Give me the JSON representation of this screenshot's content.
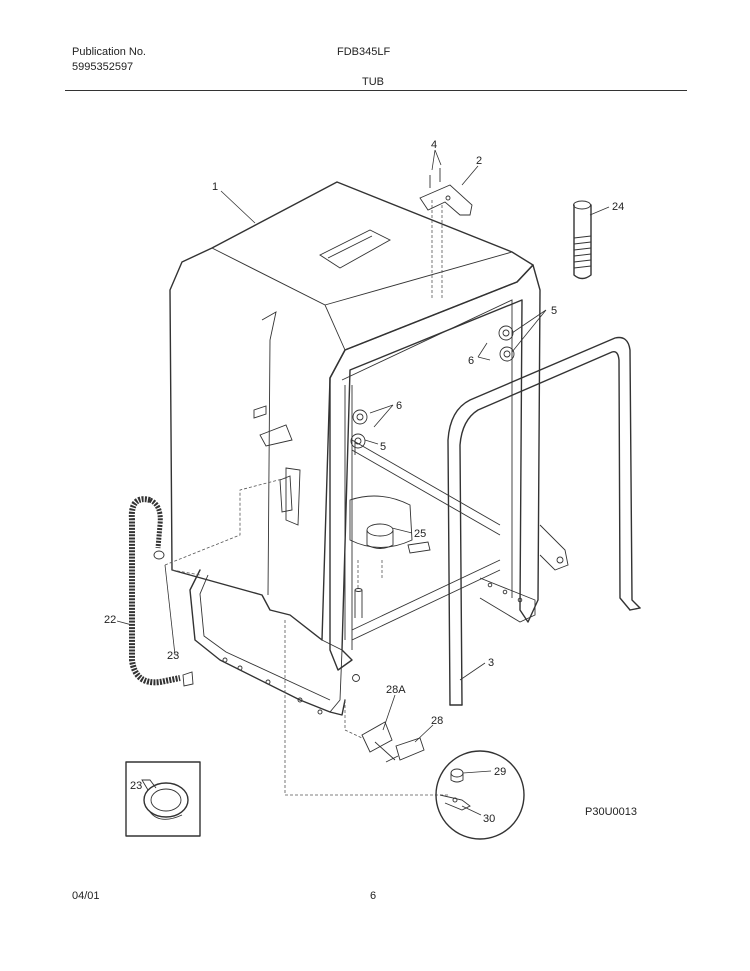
{
  "header": {
    "publication_label": "Publication No.",
    "publication_number": "5995352597",
    "model": "FDB345LF",
    "section_title": "TUB"
  },
  "footer": {
    "date": "04/01",
    "page_number": "6"
  },
  "diagram": {
    "drawing_code": "P30U0013",
    "callouts": [
      "1",
      "2",
      "3",
      "4",
      "5",
      "5",
      "6",
      "6",
      "22",
      "23",
      "23",
      "24",
      "25",
      "28",
      "28A",
      "29",
      "30"
    ]
  }
}
